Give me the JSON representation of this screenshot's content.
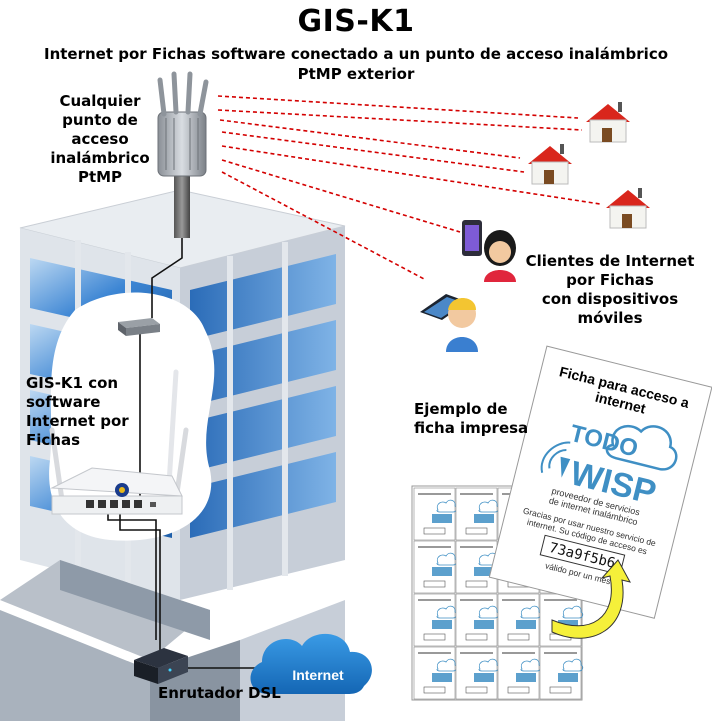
{
  "title": "GIS-K1",
  "subtitle_line1": "Internet por Fichas software conectado a un punto de acceso inalámbrico",
  "subtitle_line2": "PtMP exterior",
  "access_point_label": [
    "Cualquier",
    "punto de",
    "acceso",
    "inalámbrico",
    "PtMP"
  ],
  "router_label": [
    "GIS-K1 con",
    "software",
    "Internet por",
    "Fichas"
  ],
  "clients_label": [
    "Clientes de Internet",
    "por Fichas",
    "con dispositivos",
    "móviles"
  ],
  "ticket_example_label": [
    "Ejemplo de",
    "ficha impresa"
  ],
  "dsl_label": "Enrutador DSL",
  "cloud_label": "Internet",
  "ticket": {
    "header": [
      "Ficha para acceso a",
      "internet"
    ],
    "brand_top": "TODO",
    "brand_bottom": "WISP",
    "tagline": [
      "proveedor de servicios",
      "de internet inalámbrico"
    ],
    "thanks": [
      "Gracias por usar nuestro servicio de",
      "internet. Su código de acceso es"
    ],
    "code": "73a9f5b6",
    "validity": "válido por un mes"
  },
  "colors": {
    "link": "#d40000",
    "building_blue": "#2f77c8",
    "building_frame": "#d7dce3",
    "cloud": "#1f7fd0",
    "house_roof": "#d9261c",
    "brand": "#3f8fc4"
  }
}
